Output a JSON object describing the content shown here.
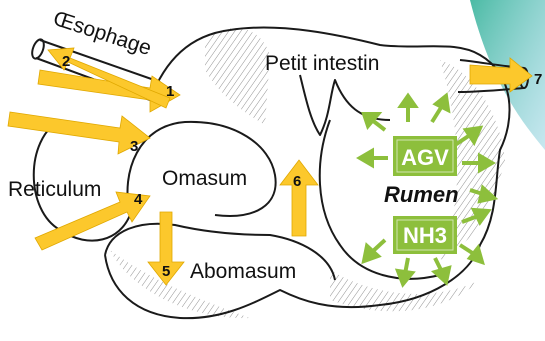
{
  "labels": {
    "oesophagus": "Œsophage",
    "small_intestine": "Petit intestin",
    "reticulum": "Reticulum",
    "omasum": "Omasum",
    "abomasum": "Abomasum",
    "rumen": "Rumen"
  },
  "badges": {
    "agv": "AGV",
    "nh3": "NH3"
  },
  "steps": [
    "1",
    "2",
    "3",
    "4",
    "5",
    "6",
    "7"
  ],
  "colors": {
    "arrow_yellow": "#fcc82c",
    "badge_green": "#8dbf3c",
    "teal_accent": "#37b39a",
    "outline": "#1a1a1a",
    "hatch": "#6d6d6d"
  },
  "icons": {
    "flow_arrow": "block-arrow",
    "diffusion_arrow": "small-green-arrow"
  }
}
